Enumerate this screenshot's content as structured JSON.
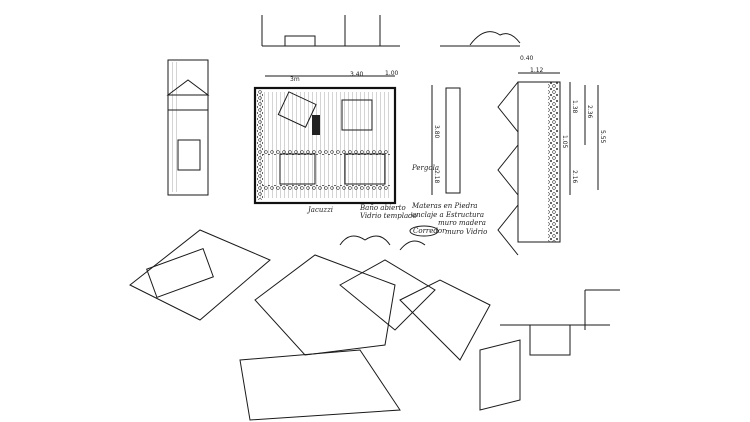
{
  "drawing": {
    "plan_dimensions": {
      "width_left": "3m",
      "width_total": "3.40",
      "width_right": "1.00",
      "depth_upper": "3.80",
      "depth_lower": "2.18"
    },
    "labels": {
      "pergola": "Pergola",
      "jacuzzi": "Jacuzzi",
      "open_bath_line1": "Baño abierto",
      "open_bath_line2": "Vidrio templado",
      "planters_line1": "Materas en Piedra",
      "planters_line2": "anclaje a Estructura",
      "wood_wall": "muro madera",
      "corridor": "Corredor",
      "glass_wall": "muro Vidrio"
    },
    "elevation_dimensions": {
      "top": "0.40",
      "width": "1.12",
      "seg1": "1.38",
      "seg2": "1.05",
      "seg3": "2.16",
      "sub_total": "2.36",
      "total": "5.55"
    }
  }
}
